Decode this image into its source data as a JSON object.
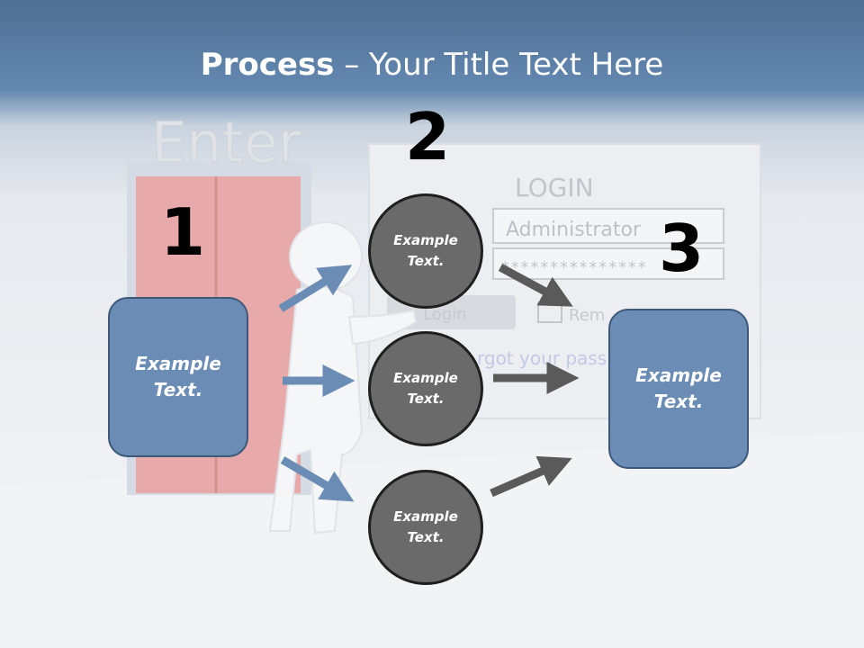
{
  "slide": {
    "title_bold": "Process",
    "title_rest": " – Your Title Text Here"
  },
  "background": {
    "enter_sign": "Enter",
    "login_heading": "LOGIN",
    "username_value": "Administrator",
    "password_mask": "***************",
    "login_button": "Login",
    "remember_label": "Rem",
    "forgot_link": "rgot your pass"
  },
  "steps": {
    "step1_number": "1",
    "step2_number": "2",
    "step3_number": "3"
  },
  "boxes": {
    "left_line1": "Example",
    "left_line2": "Text.",
    "right_line1": "Example",
    "right_line2": "Text."
  },
  "circles": [
    {
      "line1": "Example",
      "line2": "Text."
    },
    {
      "line1": "Example",
      "line2": "Text."
    },
    {
      "line1": "Example",
      "line2": "Text."
    }
  ],
  "colors": {
    "header_blue": "#5b7fa6",
    "box_fill": "#6b8db5",
    "box_border": "#3d5879",
    "circle_fill": "#6a6a6a",
    "blue_arrow": "#6b8db5",
    "gray_arrow": "#5a5a5a",
    "door_red": "#e7a9a9"
  }
}
